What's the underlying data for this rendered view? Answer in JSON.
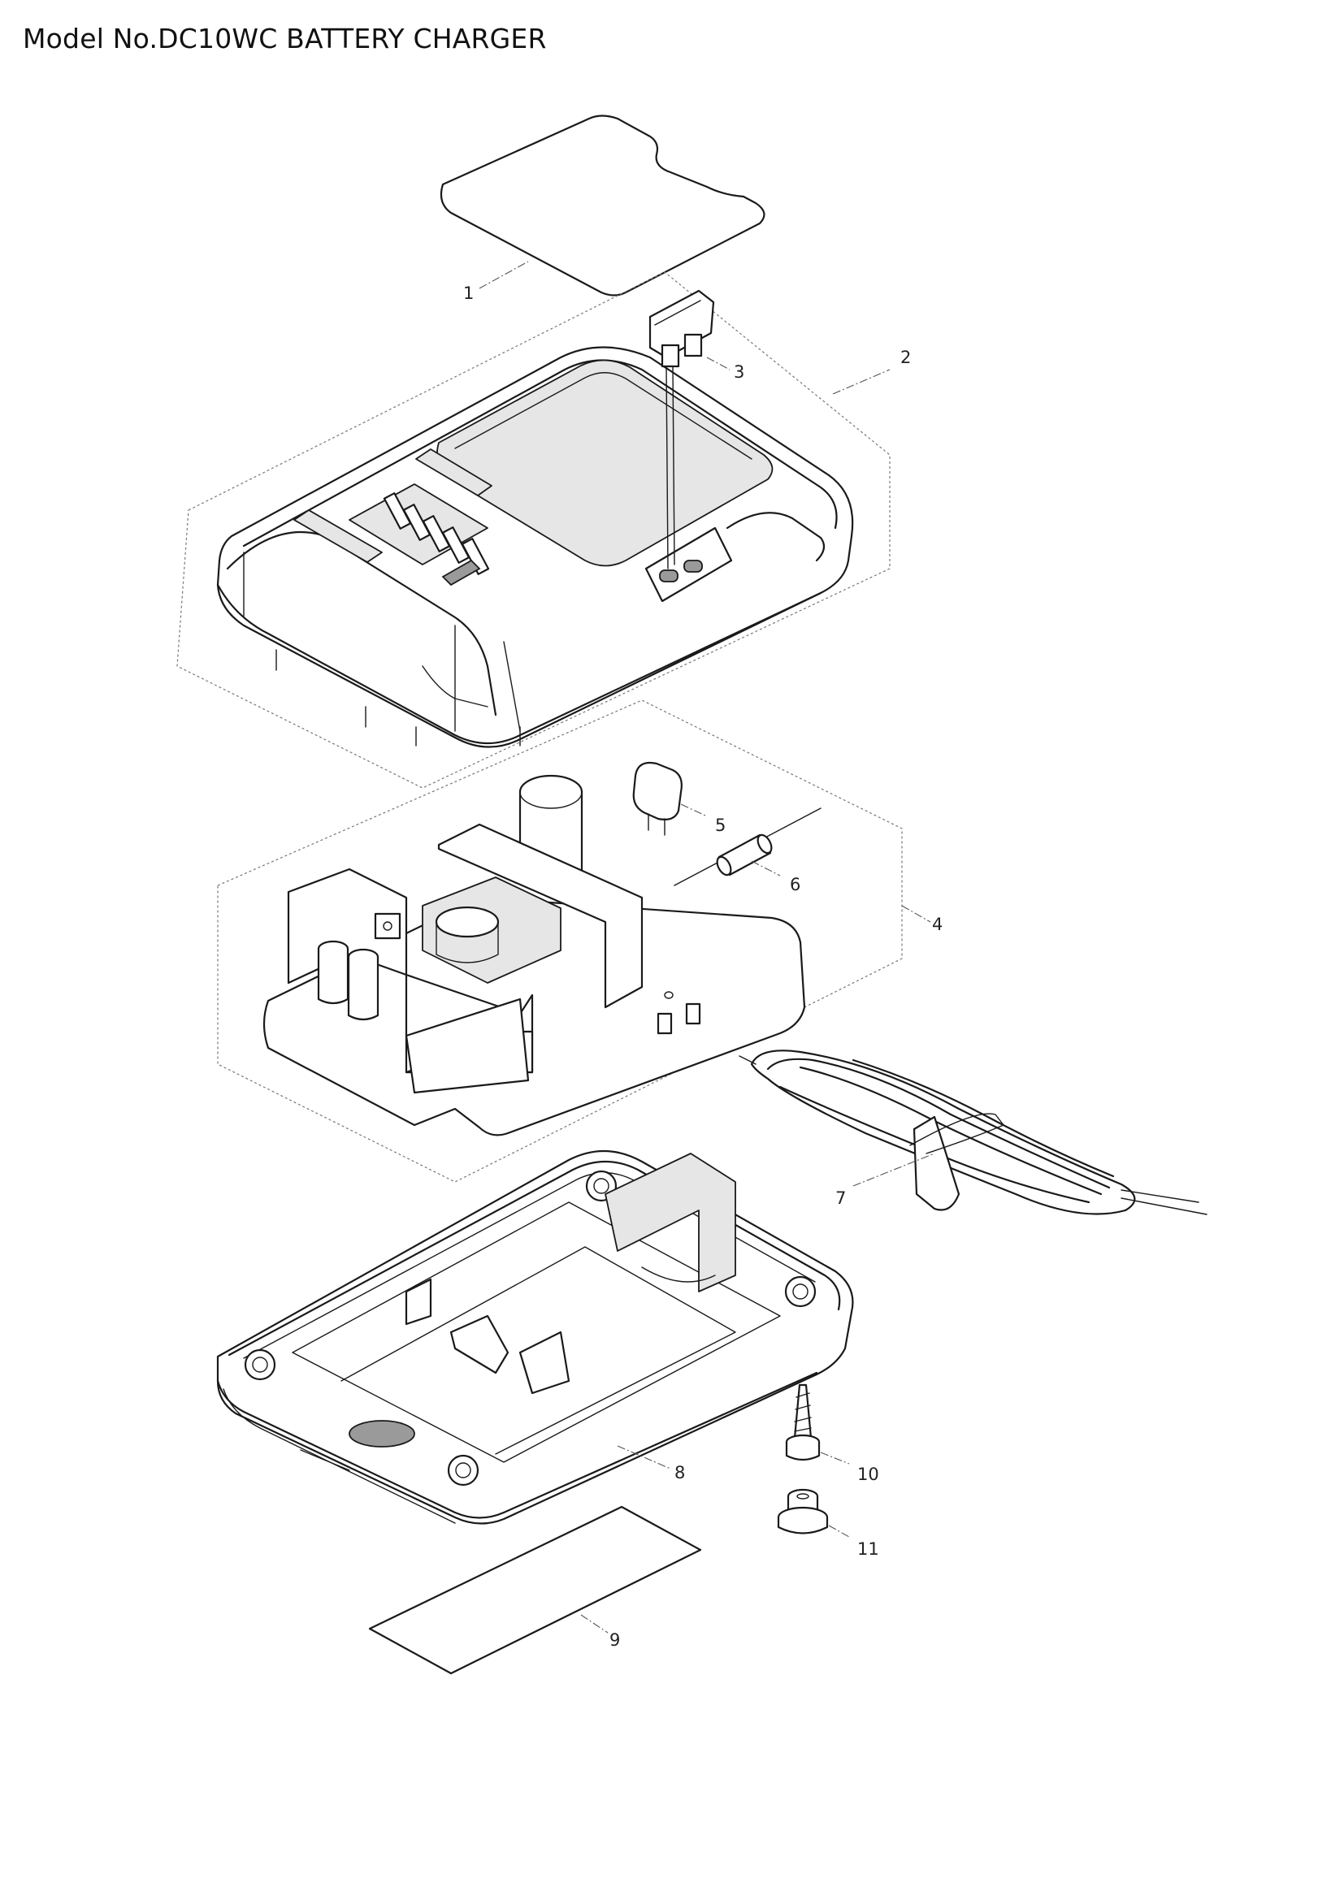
{
  "header": {
    "title": "Model No.DC10WC BATTERY CHARGER"
  },
  "callouts": {
    "c1": "1",
    "c2": "2",
    "c3": "3",
    "c4": "4",
    "c5": "5",
    "c6": "6",
    "c7": "7",
    "c8": "8",
    "c9": "9",
    "c10": "10",
    "c11": "11"
  }
}
